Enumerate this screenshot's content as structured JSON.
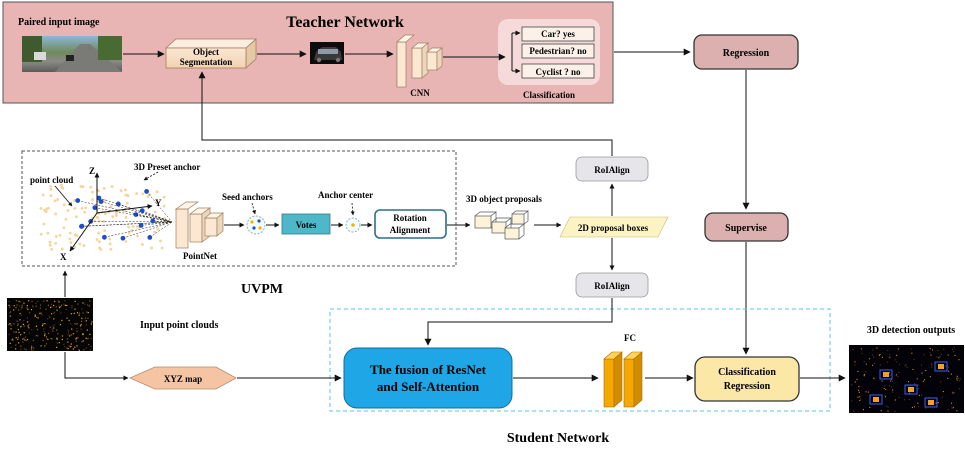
{
  "teacher": {
    "title": "Teacher Network",
    "paired_input_label": "Paired input image",
    "object_segmentation": [
      "Object",
      "Segmentation"
    ],
    "cnn_label": "CNN",
    "classification_label": "Classification",
    "classes": [
      "Car? yes",
      "Pedestrian? no",
      "Cyclist ? no"
    ],
    "regression_label": "Regression",
    "fill_color": "#e8b4b4",
    "box_color": "#ddb0b0"
  },
  "uvpm": {
    "title": "UVPM",
    "point_cloud_label": "point cloud",
    "preset_anchor_label": "3D Preset anchor",
    "seed_anchors_label": "Seed anchors",
    "anchor_center_label": "Anchor center",
    "pointnet_label": "PointNet",
    "votes_label": "Votes",
    "rotation_alignment": [
      "Rotation",
      "Alignment"
    ],
    "axes": {
      "x": "X",
      "y": "Y",
      "z": "Z"
    },
    "votes_color": "#4fb8c8"
  },
  "proposals": {
    "object_proposals_label": "3D object proposals",
    "proposal_boxes_label": "2D proposal boxes",
    "roialign_label": "RoIAlign",
    "supervise_label": "Supervise"
  },
  "student": {
    "title": "Student  Network",
    "input_point_clouds_label": "Input point clouds",
    "xyz_map_label": "XYZ map",
    "fusion_label": [
      "The fusion of ResNet",
      "and Self-Attention"
    ],
    "fc_label": "FC",
    "class_reg_label": [
      "Classification",
      "Regression"
    ],
    "detection_outputs_label": "3D detection outputs",
    "fusion_color": "#1fa6e6",
    "fc_color": "#f5a800",
    "class_reg_color": "#fbe8a6"
  }
}
